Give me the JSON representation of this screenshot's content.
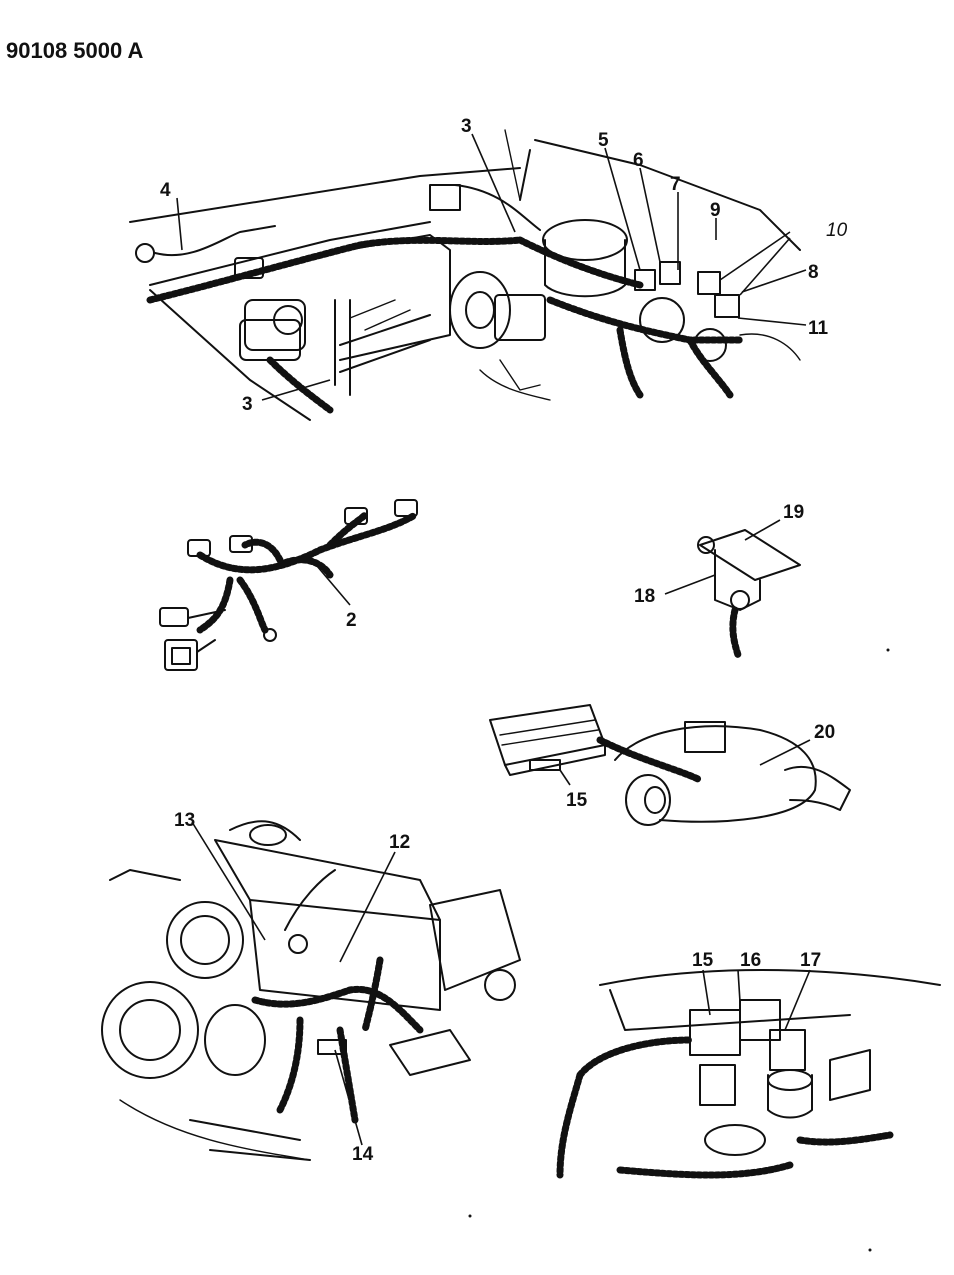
{
  "header": {
    "doc_number": "90108 5000 A"
  },
  "callouts": {
    "c2": "2",
    "c3a": "3",
    "c3b": "3",
    "c4": "4",
    "c5": "5",
    "c6": "6",
    "c7": "7",
    "c8": "8",
    "c9": "9",
    "c10": "10",
    "c11": "11",
    "c12": "12",
    "c13": "13",
    "c14": "14",
    "c15a": "15",
    "c15b": "15",
    "c16": "16",
    "c17": "17",
    "c18": "18",
    "c19": "19",
    "c20": "20"
  }
}
